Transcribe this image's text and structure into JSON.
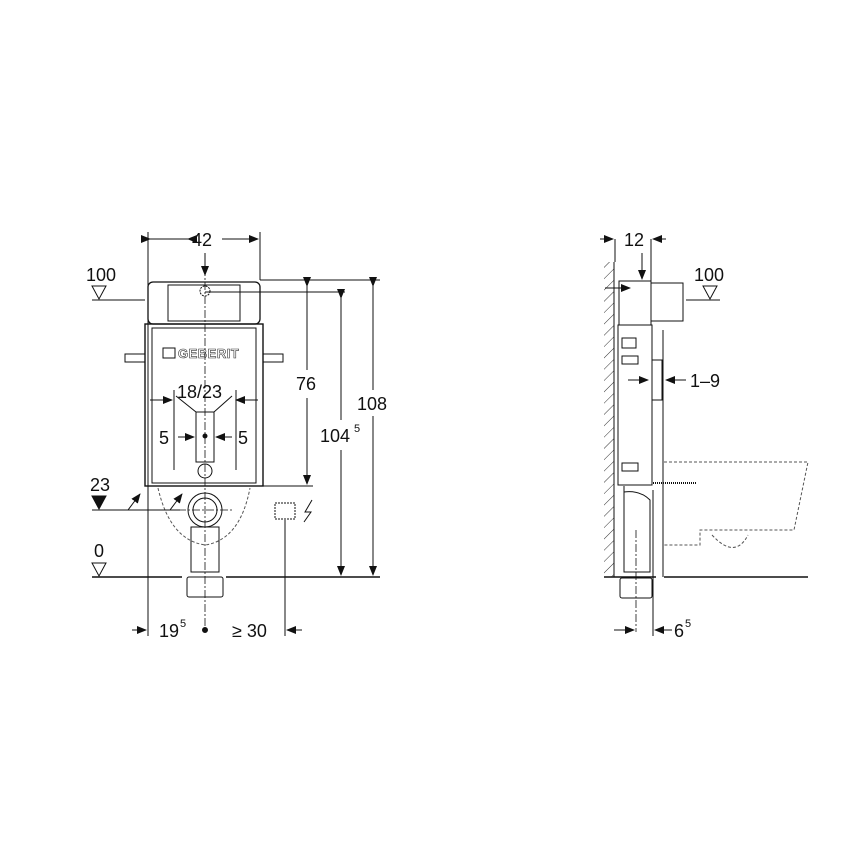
{
  "title": "Geberit wall-hung WC installation frame dimension drawing",
  "front_view": {
    "width_label": "42",
    "level_top": "100",
    "level_inlet": "23",
    "level_floor": "0",
    "height_76": "76",
    "height_104": "104",
    "height_104_sup": "5",
    "height_108": "108",
    "bowl_spacing": "18/23",
    "offset_left": "5",
    "offset_right": "5",
    "bottom_left": "19",
    "bottom_left_sup": "5",
    "bottom_right": "≥ 30",
    "brand_logo": "GEBERIT"
  },
  "side_view": {
    "depth_label": "12",
    "level_top": "100",
    "plate_range": "1–9",
    "bottom_label": "6",
    "bottom_label_sup": "5"
  },
  "colors": {
    "line": "#111111",
    "hatch": "#333333",
    "dash": "#555555"
  }
}
